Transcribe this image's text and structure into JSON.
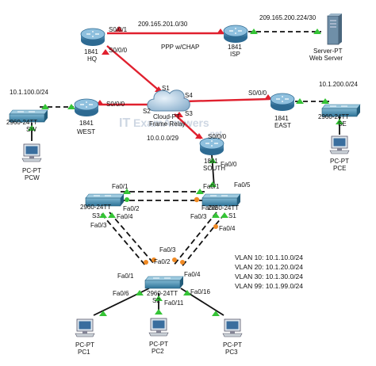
{
  "links": {
    "hq_isp_net": "209.165.201.0/30",
    "isp_server_net": "209.165.200.224/30",
    "ppp": "PPP w/CHAP",
    "west_lan": "10.1.100.0/24",
    "east_lan": "10.1.200.0/24",
    "frame_net": "10.0.0.0/29"
  },
  "routers": {
    "hq": {
      "model": "1841",
      "name": "HQ",
      "s001": "S0/0/1",
      "s000": "S0/0/0"
    },
    "isp": {
      "model": "1841",
      "name": "ISP"
    },
    "west": {
      "model": "1841",
      "name": "WEST",
      "s000": "S0/0/0"
    },
    "east": {
      "model": "1841",
      "name": "EAST",
      "s000": "S0/0/0"
    },
    "south": {
      "model": "1841",
      "name": "SOUTH",
      "s000": "S0/0/0",
      "fa00": "Fa0/0"
    }
  },
  "server": {
    "model": "Server-PT",
    "name": "Web Server"
  },
  "cloud": {
    "line1": "Cloud-PT",
    "line2": "Frame Relay",
    "s1": "S1",
    "s2": "S2",
    "s3": "S3",
    "s4": "S4"
  },
  "switches": {
    "sw": {
      "model": "2960-24TT",
      "name": "SW"
    },
    "se": {
      "model": "2960-24TT",
      "name": "SE"
    },
    "s3": {
      "model": "2960-24TT",
      "name": "S3",
      "fa01": "Fa0/1",
      "fa02": "Fa0/2",
      "fa04": "Fa0/4",
      "fa03": "Fa0/3"
    },
    "s1": {
      "model": "2960-24TT",
      "name": "S1",
      "fa01": "Fa0/1",
      "fa02": "Fa0/2",
      "fa05": "Fa0/5",
      "fa03": "Fa0/3",
      "fa04": "Fa0/4"
    },
    "s2": {
      "model": "2960-24TT",
      "name": "S2",
      "fa03": "Fa0/3",
      "fa02": "Fa0/2",
      "fa01": "Fa0/1",
      "fa04": "Fa0/4",
      "fa06": "Fa0/6",
      "fa11": "Fa0/11",
      "fa16": "Fa0/16"
    }
  },
  "pcs": {
    "pcw": {
      "model": "PC-PT",
      "name": "PCW"
    },
    "pce": {
      "model": "PC-PT",
      "name": "PCE"
    },
    "pc1": {
      "model": "PC-PT",
      "name": "PC1"
    },
    "pc2": {
      "model": "PC-PT",
      "name": "PC2"
    },
    "pc3": {
      "model": "PC-PT",
      "name": "PC3"
    }
  },
  "vlans": [
    "VLAN 10: 10.1.10.0/24",
    "VLAN 20: 10.1.20.0/24",
    "VLAN 30: 10.1.30.0/24",
    "VLAN 99: 10.1.99.0/24"
  ],
  "watermark": {
    "text1": "IT",
    "text2": "ExamAnswers",
    "text3": ".net"
  },
  "colors": {
    "serial": "#e0202e",
    "ethernet": "#111111",
    "router": "#3f7fa8",
    "switch": "#3d87a9",
    "port_up": "#35c436",
    "port_blocked": "#f08a24"
  }
}
